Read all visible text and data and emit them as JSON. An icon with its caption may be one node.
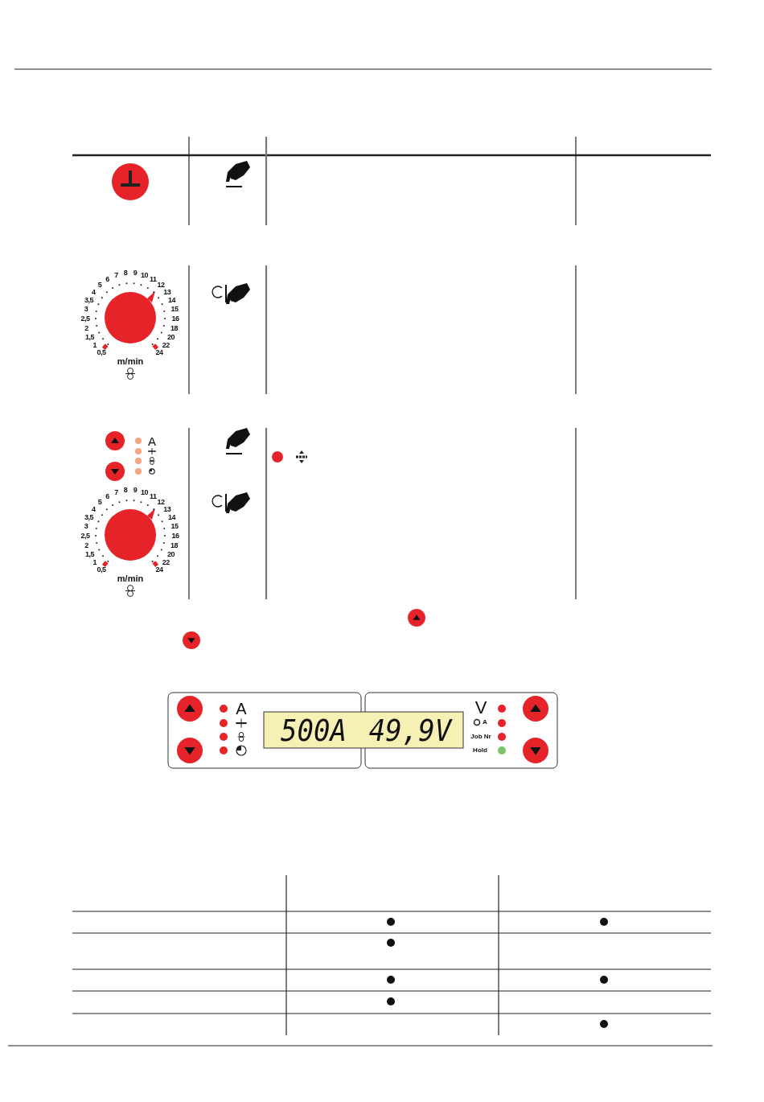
{
  "diagram": {
    "labels": [
      "0,5",
      "1",
      "1,5",
      "2",
      "2,5",
      "3",
      "3,5",
      "4",
      "5",
      "6",
      "7",
      "8",
      "9",
      "10",
      "11",
      "12",
      "13",
      "14",
      "15",
      "16",
      "18",
      "20",
      "22",
      "24",
      "m/min",
      "0,5",
      "1",
      "1,5",
      "2",
      "2,5",
      "3",
      "3,5",
      "4",
      "5",
      "6",
      "7",
      "8",
      "9",
      "10",
      "11",
      "12",
      "13",
      "14",
      "15",
      "16",
      "18",
      "20",
      "22",
      "24",
      "m/min",
      "A",
      "A",
      "500A",
      "49,9V",
      "V",
      "A",
      "Job Nr",
      "Hold"
    ]
  }
}
